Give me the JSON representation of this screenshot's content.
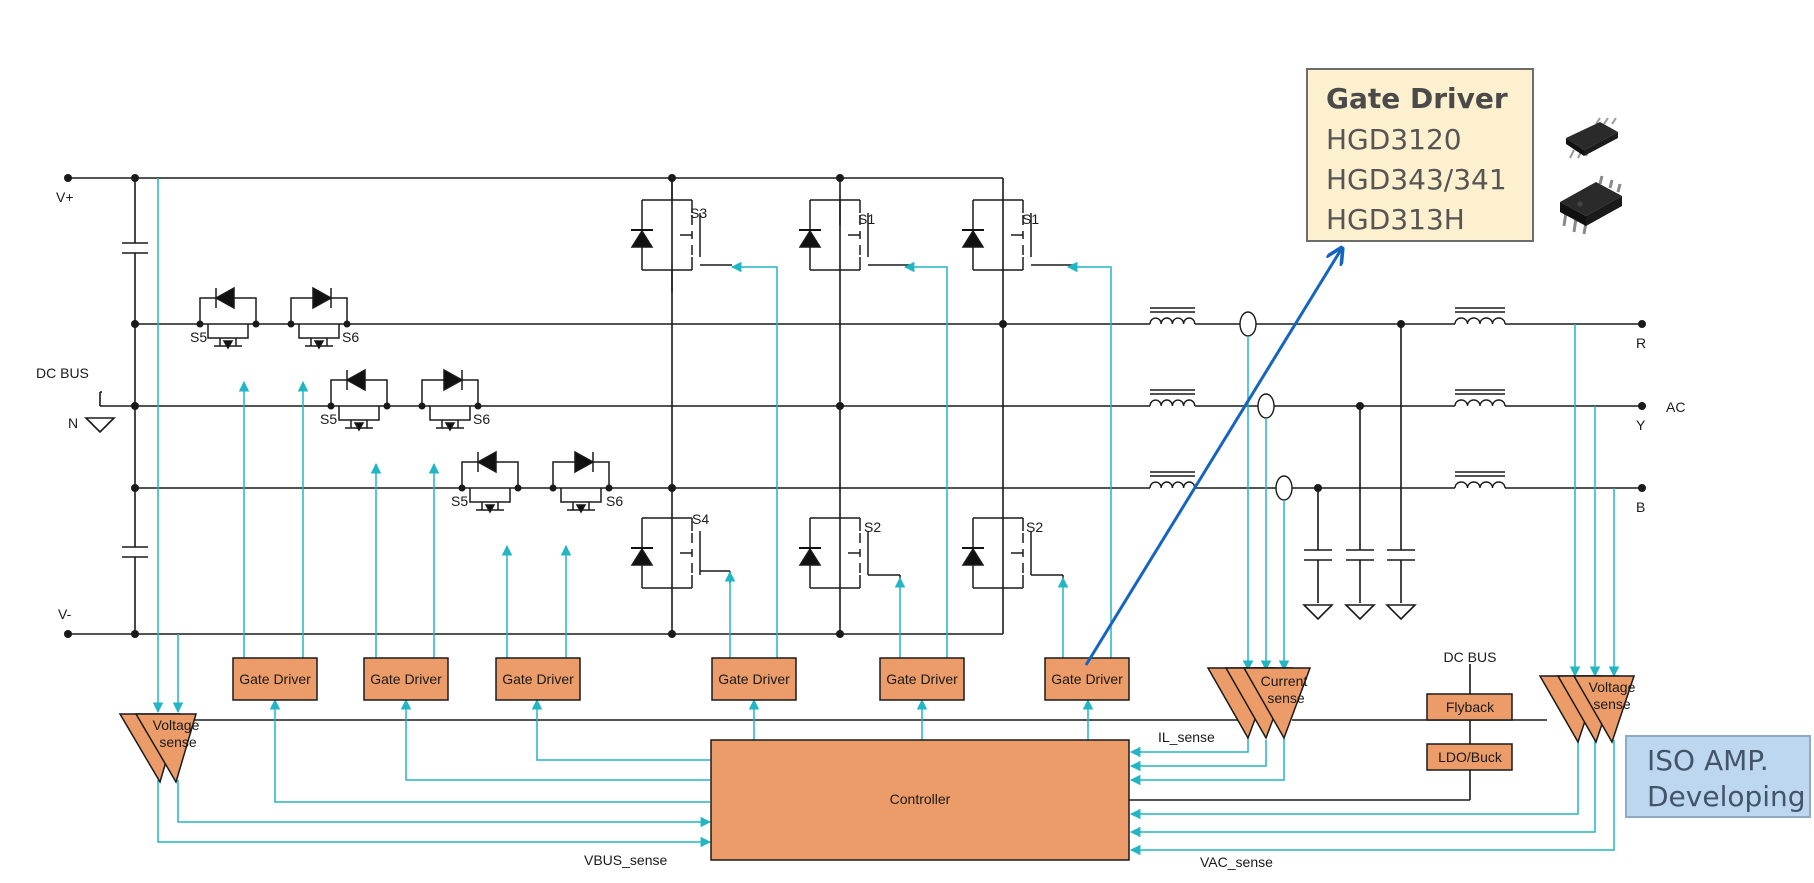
{
  "rails": {
    "vplus": "V+",
    "vminus": "V-",
    "dc_bus": "DC BUS",
    "neutral": "N"
  },
  "clamp_switches": {
    "upper": "S5",
    "lower": "S6"
  },
  "bridge_switches": {
    "s1": "S1",
    "s2": "S2",
    "s3": "S3",
    "s4": "S4"
  },
  "outputs": {
    "r": "R",
    "y": "Y",
    "b": "B",
    "ac": "AC"
  },
  "blocks": {
    "gate_driver": "Gate Driver",
    "controller": "Controller",
    "current_sense_line1": "Current",
    "current_sense_line2": "sense",
    "voltage_sense_line1": "Voltage",
    "voltage_sense_line2": "sense",
    "flyback": "Flyback",
    "ldo_buck": "LDO/Buck",
    "aux_dc_bus": "DC BUS"
  },
  "signals": {
    "il_sense": "IL_sense",
    "vbus_sense": "VBUS_sense",
    "vac_sense": "VAC_sense"
  },
  "gate_driver_callout": {
    "title": "Gate Driver",
    "parts": [
      "HGD3120",
      "HGD343/341",
      "HGD313H"
    ]
  },
  "iso_amp_note": {
    "line1": "ISO AMP.",
    "line2": "Developing"
  },
  "colors": {
    "wire": "#1a1a1a",
    "signal": "#22b5c4",
    "block_fill": "#ec9c68",
    "callout_arrow": "#1565c0",
    "callout_fill": "#fdf0cf",
    "iso_fill": "#bdd7ee"
  }
}
